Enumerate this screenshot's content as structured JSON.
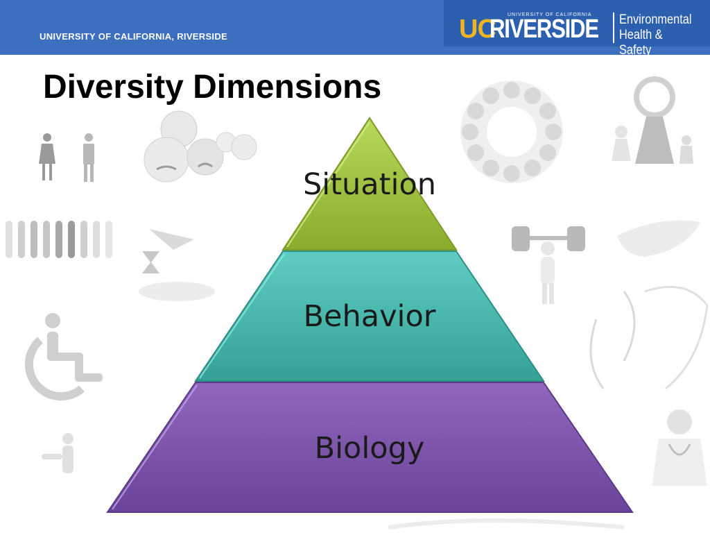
{
  "header": {
    "university": "UNIVERSITY OF CALIFORNIA, RIVERSIDE",
    "logo": {
      "uc": "UC",
      "riverside": "RIVERSIDE",
      "small_text": "UNIVERSITY OF CALIFORNIA",
      "dept_line1": "Environmental",
      "dept_line2": "Health & Safety"
    }
  },
  "slide": {
    "title": "Diversity Dimensions"
  },
  "pyramid": {
    "levels": [
      {
        "label": "Situation",
        "color": "#9fbf3b"
      },
      {
        "label": "Behavior",
        "color": "#46b3a9"
      },
      {
        "label": "Biology",
        "color": "#7d55ab"
      }
    ]
  },
  "colors": {
    "header_bar": "#3d6fbf",
    "logo_box": "#2c5fae",
    "logo_gold": "#f0b323",
    "background_art": "#d9d9d9"
  }
}
